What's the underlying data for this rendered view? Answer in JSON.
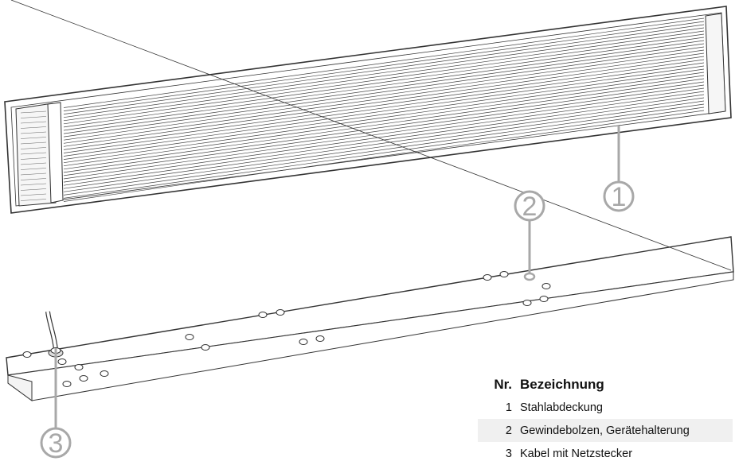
{
  "callouts": [
    {
      "number": "1",
      "target": "Stahlabdeckung"
    },
    {
      "number": "2",
      "target": "Gewindebolzen, Gerätehalterung"
    },
    {
      "number": "3",
      "target": "Kabel mit Netzstecker"
    }
  ],
  "legend": {
    "header_nr": "Nr.",
    "header_label": "Bezeichnung",
    "rows": [
      {
        "nr": "1",
        "label": "Stahlabdeckung"
      },
      {
        "nr": "2",
        "label": "Gewindebolzen, Gerätehalterung"
      },
      {
        "nr": "3",
        "label": "Kabel mit Netzstecker"
      }
    ]
  },
  "colors": {
    "line": "#333333",
    "callout": "#a8a8a8",
    "highlight_row": "#f0f0f0"
  }
}
